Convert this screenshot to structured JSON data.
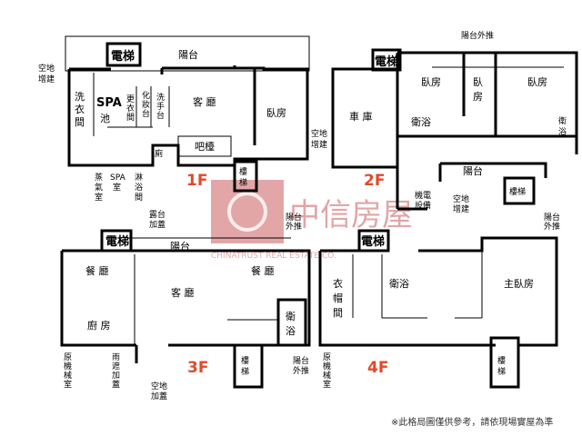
{
  "f1": {
    "floor": "1F",
    "elevator": "電梯",
    "balcony": "陽台",
    "extension_left": [
      "空地",
      "增建"
    ],
    "laundry": [
      "洗",
      "衣",
      "間"
    ],
    "spa": "SPA",
    "pool": "池",
    "dressing": [
      "更",
      "衣",
      "間"
    ],
    "makeup": [
      "化",
      "妝",
      "台"
    ],
    "sink": [
      "洗",
      "手",
      "台"
    ],
    "living": "客 廳",
    "bedroom": "臥房",
    "bar": "吧檯",
    "toilet": "廁",
    "steam": [
      "蒸",
      "氣",
      "室"
    ],
    "spa_room": [
      "SPA",
      "室"
    ],
    "shower": [
      "淋",
      "浴",
      "間"
    ],
    "extension_right": [
      "空地",
      "增建"
    ],
    "stairs": [
      "樓",
      "梯"
    ]
  },
  "f2": {
    "floor": "2F",
    "elevator": "電梯",
    "balcony_push": "陽台外推",
    "garage": "車 庫",
    "bedroom1": "臥房",
    "bedroom2": [
      "臥",
      "房"
    ],
    "bedroom3": "臥房",
    "bathroom1": "衛浴",
    "bathroom2": [
      "衛",
      "浴"
    ],
    "balcony": "陽台",
    "mech": [
      "機電",
      "設備"
    ],
    "extension": [
      "空地",
      "增建"
    ],
    "stairs": "樓梯"
  },
  "f3": {
    "floor": "3F",
    "elevator": "電梯",
    "dew_add": [
      "露台",
      "加蓋"
    ],
    "balcony": "陽台",
    "balcony_push": [
      "陽台",
      "外推"
    ],
    "dining_left": "餐 廳",
    "dining_right": "餐 廳",
    "living": "客 廳",
    "kitchen": "廚 房",
    "bathroom": [
      "衛",
      "浴"
    ],
    "orig_mech": [
      "原",
      "機",
      "械",
      "室"
    ],
    "rain_add": [
      "雨",
      "遮",
      "加",
      "蓋"
    ],
    "empty_add": [
      "空地",
      "加蓋"
    ],
    "balcony_push_bottom": [
      "陽台",
      "外推"
    ],
    "stairs": [
      "樓",
      "梯"
    ]
  },
  "f4": {
    "floor": "4F",
    "elevator": "電梯",
    "balcony_push": [
      "陽台",
      "外推"
    ],
    "closet": [
      "衣",
      "帽",
      "間"
    ],
    "bathroom": "衛浴",
    "master": "主臥房",
    "orig_mech": [
      "原",
      "機",
      "械",
      "室"
    ],
    "stairs": [
      "樓",
      "梯"
    ]
  },
  "watermark": {
    "cn": "中信房屋",
    "en": "CHINATRUST REAL ESTATE CO."
  },
  "note": "※此格局圖僅供參考，請依現場實屋為準",
  "colors": {
    "floor_label": "#e04a2a",
    "watermark": "#c0393b"
  }
}
